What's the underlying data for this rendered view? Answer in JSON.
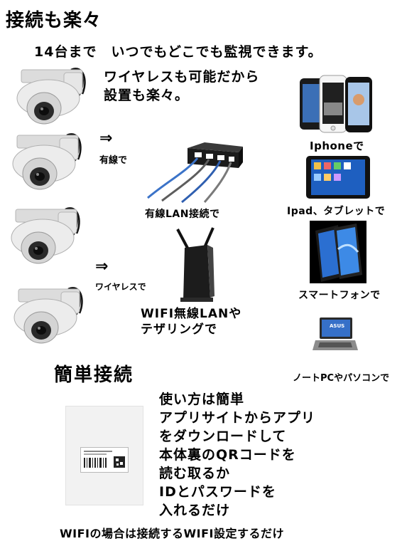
{
  "header": {
    "title": "接続も楽々",
    "subtitle": "14台まで　いつでもどこでも監視できます。"
  },
  "wireless_note": {
    "line1": "ワイヤレスも可能だから",
    "line2": "設置も楽々。"
  },
  "connections": {
    "wired_arrow": "⇒",
    "wired_label": "有線で",
    "wireless_arrow": "⇒",
    "wireless_label": "ワイヤレスで",
    "lan_label": "有線LAN接続で",
    "wifi_line1": "WIFI無線LANや",
    "wifi_line2": "テザリングで"
  },
  "devices": {
    "iphone_label": "Iphoneで",
    "ipad_label": "Ipad、タブレットで",
    "smartphone_label": "スマートフォンで",
    "laptop_label": "ノートPCやパソコンで",
    "laptop_brand": "ASUS"
  },
  "simple": {
    "title": "簡単接続",
    "line1": "使い方は簡単",
    "line2": "アプリサイトからアプリ",
    "line3": "をダウンロードして",
    "line4": "本体裏のQRコードを",
    "line5": "読む取るか",
    "line6": "IDとパスワードを",
    "line7": "入れるだけ"
  },
  "footer": {
    "text": "WIFIの場合は接続するWIFI設定するだけ"
  },
  "colors": {
    "camera_body": "#e9e9e9",
    "lens": "#2a2a2a",
    "router": "#1c1c1c",
    "screen_blue": "#1e5fc0"
  },
  "icons": [
    "camera-icon",
    "lan-hub-icon",
    "wifi-router-icon",
    "iphone-icon",
    "tablet-icon",
    "smartphone-icon",
    "laptop-icon",
    "qr-card-icon"
  ]
}
